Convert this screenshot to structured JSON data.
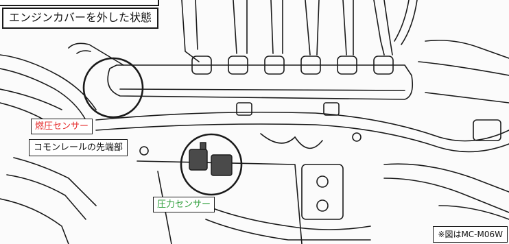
{
  "title": "エンジンカバーを外した状態",
  "labels": {
    "fuel_pressure_sensor": "燃圧センサー",
    "common_rail_tip": "コモンレールの先端部",
    "pressure_sensor": "圧力センサー"
  },
  "note": "※図はMC-M06W",
  "colors": {
    "fuel_label": "#e52a2a",
    "pressure_label": "#2e9e3a",
    "sensor_fill": "#4a4a4a",
    "line": "#1a1a1a"
  }
}
